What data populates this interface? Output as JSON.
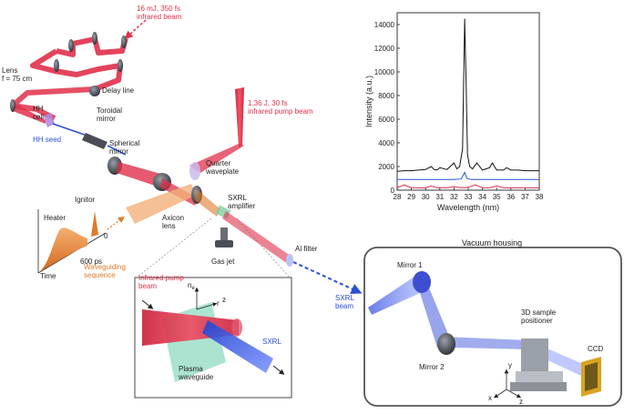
{
  "labels": {
    "ir_beam": "16 mJ, 350 fs\ninfrared beam",
    "lens": "Lens\nf = 75 cm",
    "delay_line": "Delay line",
    "hh_cell": "HH\ncell",
    "hh_seed": "HH seed",
    "toroidal_mirror": "Toroidal\nmirror",
    "spherical_mirror": "Spherical\nmirror",
    "pump_beam": "1.36 J, 30 fs\ninfrared pump beam",
    "quarter_waveplate": "Quarter\nwaveplate",
    "ignitor": "Ignitor",
    "heater": "Heater",
    "zero": "0",
    "time_axis": "600 ps",
    "time": "Time",
    "waveguiding": "Waveguiding\nsequence",
    "axicon_lens": "Axicon\nlens",
    "sxrl_amplifier": "SXRL\namplifier",
    "gas_jet": "Gas jet",
    "al_filter": "Al filter",
    "sxrl_beam": "SXRL\nbeam",
    "inset_pump": "Infrared pump\nbeam",
    "inset_ne": "n",
    "inset_ne_sub": "e",
    "inset_r": "r",
    "inset_z": "z",
    "inset_sxrl": "SXRL",
    "plasma_waveguide": "Plasma\nwaveguide",
    "vacuum_housing": "Vacuum housing",
    "mirror1": "Mirror 1",
    "mirror2": "Mirror 2",
    "sample_positioner": "3D sample\npositioner",
    "ccd": "CCD",
    "axis_y": "y",
    "axis_x": "x",
    "axis_z": "z"
  },
  "colors": {
    "ir": "#e0304a",
    "sxrl": "#2a4fd8",
    "orange": "#e07a2a",
    "purple": "#b08ae0"
  },
  "chart_data": {
    "type": "line",
    "xlabel": "Wavelength (nm)",
    "ylabel": "Intensity (a.u.)",
    "xlim": [
      28,
      38
    ],
    "ylim": [
      0,
      15000
    ],
    "xticks": [
      "28",
      "29",
      "30",
      "31",
      "32",
      "33",
      "34",
      "35",
      "36",
      "37",
      "38"
    ],
    "yticks": [
      "0",
      "2000",
      "4000",
      "6000",
      "8000",
      "10000",
      "12000",
      "14000"
    ],
    "series": [
      {
        "color": "#111111",
        "x": [
          28,
          28.5,
          29,
          29.5,
          30,
          30.4,
          30.6,
          30.8,
          31,
          31.5,
          32,
          32.2,
          32.4,
          32.6,
          32.75,
          32.85,
          32.95,
          33.1,
          33.3,
          33.6,
          34,
          34.5,
          34.7,
          35,
          35.5,
          35.7,
          36,
          36.5,
          37,
          37.5,
          38
        ],
        "y": [
          1600,
          1650,
          1650,
          1700,
          1750,
          2000,
          1750,
          1700,
          1900,
          1750,
          2300,
          1800,
          2000,
          3500,
          14500,
          9000,
          3000,
          2000,
          1800,
          2300,
          1700,
          1900,
          2300,
          1700,
          1700,
          1900,
          1700,
          1700,
          1650,
          1650,
          1650
        ]
      },
      {
        "color": "#2a4fd8",
        "x": [
          28,
          29,
          30,
          31,
          32,
          32.5,
          32.75,
          32.9,
          33.2,
          34,
          35,
          36,
          37,
          38
        ],
        "y": [
          900,
          900,
          900,
          900,
          900,
          950,
          1500,
          1000,
          900,
          900,
          900,
          900,
          900,
          900
        ]
      },
      {
        "color": "#e0304a",
        "x": [
          28,
          28.5,
          29,
          30,
          30.4,
          30.8,
          31.5,
          32,
          32.5,
          33,
          33.5,
          34,
          34.5,
          35,
          35.5,
          36,
          37,
          38
        ],
        "y": [
          200,
          450,
          200,
          200,
          350,
          200,
          200,
          300,
          200,
          250,
          450,
          200,
          200,
          350,
          200,
          200,
          200,
          200
        ]
      }
    ]
  }
}
